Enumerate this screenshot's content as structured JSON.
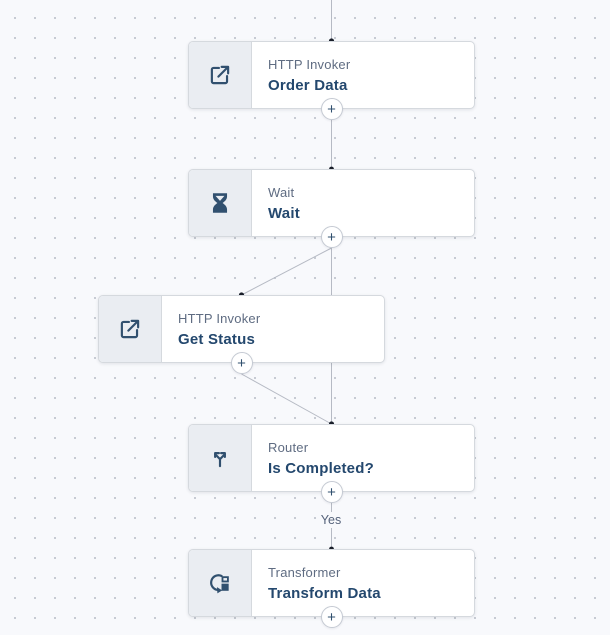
{
  "canvas": {
    "add_button_label": "+",
    "yes_label": "Yes"
  },
  "nodes": [
    {
      "type_label": "HTTP Invoker",
      "name": "Order Data",
      "icon": "external-link-icon"
    },
    {
      "type_label": "Wait",
      "name": "Wait",
      "icon": "hourglass-icon"
    },
    {
      "type_label": "HTTP Invoker",
      "name": "Get Status",
      "icon": "external-link-icon"
    },
    {
      "type_label": "Router",
      "name": "Is Completed?",
      "icon": "branch-icon"
    },
    {
      "type_label": "Transformer",
      "name": "Transform Data",
      "icon": "transform-icon"
    }
  ],
  "colors": {
    "canvas_bg": "#f8f9fc",
    "grid_dot": "#c7cbd3",
    "node_border": "#d5d9de",
    "icon_box_bg": "#eaedf2",
    "icon": "#31506f",
    "type_label": "#5f6c82",
    "name_label": "#24486e",
    "edge": "#b6bac4",
    "endpoint_dot": "#1b202b"
  }
}
